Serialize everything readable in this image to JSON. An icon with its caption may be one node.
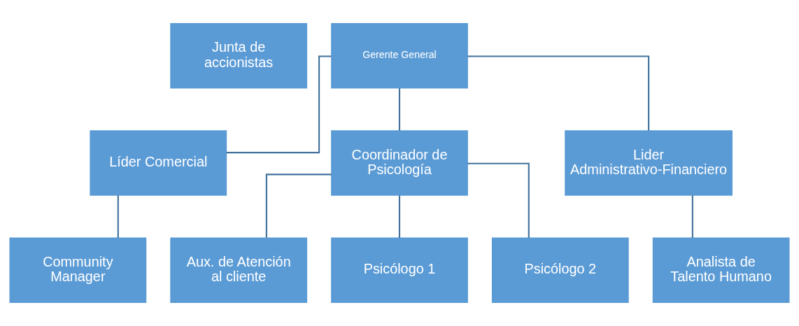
{
  "diagram": {
    "nodes": [
      {
        "text": [
          "Junta de accionistas"
        ]
      },
      {
        "text": [
          "Gerente General"
        ]
      },
      {
        "text": [
          "Líder Comercial"
        ]
      },
      {
        "text": [
          "Coordinador de Psicología"
        ]
      },
      {
        "text": [
          "Lider Administrativo-Financiero"
        ]
      },
      {
        "text": [
          "Community Manager"
        ]
      },
      {
        "text": [
          "Aux. de Atención al cliente"
        ]
      },
      {
        "text": [
          "Psicólogo 1"
        ]
      },
      {
        "text": [
          "Psicólogo 2"
        ]
      },
      {
        "text": [
          "Analista de Talento Humano"
        ]
      }
    ],
    "edges": [
      {
        "from": 1,
        "to": 2,
        "arrow": "none"
      },
      {
        "from": 1,
        "to": 3,
        "arrow": "none"
      },
      {
        "from": 1,
        "to": 4,
        "arrow": "none"
      },
      {
        "from": 2,
        "to": 5,
        "arrow": "none"
      },
      {
        "from": 3,
        "to": 6,
        "arrow": "none"
      },
      {
        "from": 3,
        "to": 7,
        "arrow": "none"
      },
      {
        "from": 3,
        "to": 8,
        "arrow": "none"
      },
      {
        "from": 4,
        "to": 9,
        "arrow": "none"
      }
    ]
  }
}
